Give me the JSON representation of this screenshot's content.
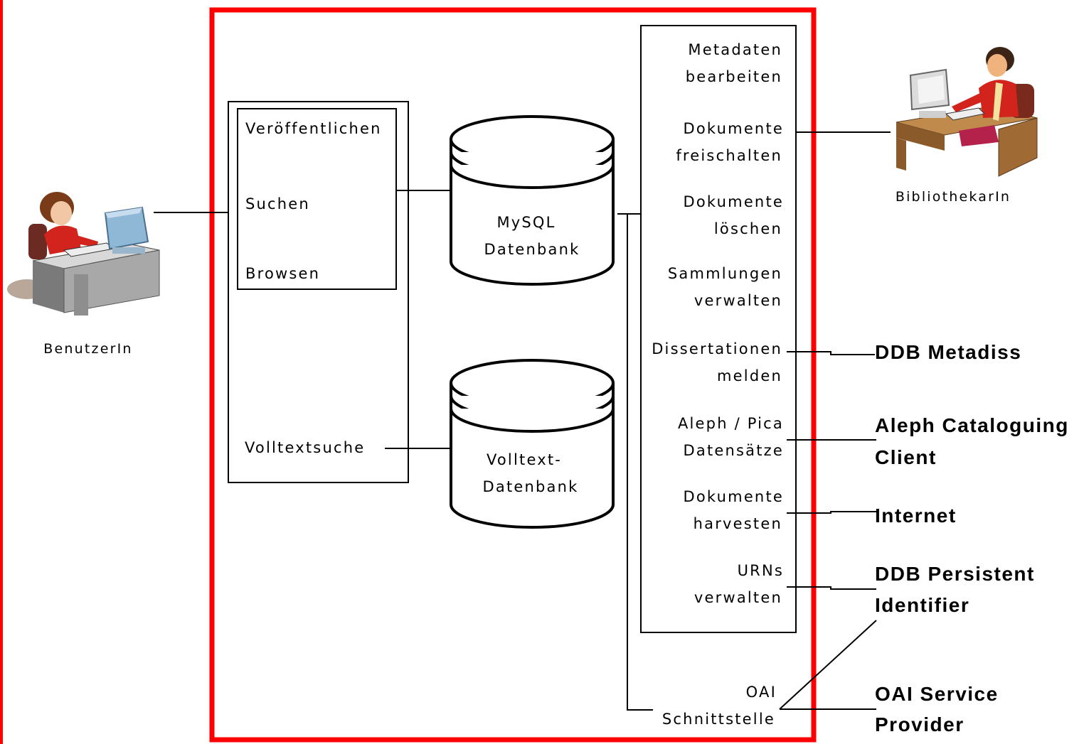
{
  "actors": {
    "user": {
      "label": "BenutzerIn",
      "icon": "user-at-computer-icon"
    },
    "librarian": {
      "label": "BibliothekarIn",
      "icon": "librarian-at-computer-icon"
    }
  },
  "left_panel": {
    "items": [
      "Veröffentlichen",
      "Suchen",
      "Browsen"
    ],
    "fulltext": "Volltextsuche"
  },
  "databases": {
    "mysql": [
      "MySQL",
      "Datenbank"
    ],
    "fulltext": [
      "Volltext-",
      "Datenbank"
    ]
  },
  "functions": [
    [
      "Metadaten",
      "bearbeiten"
    ],
    [
      "Dokumente",
      "freischalten"
    ],
    [
      "Dokumente",
      "löschen"
    ],
    [
      "Sammlungen",
      "verwalten"
    ],
    [
      "Dissertationen",
      "melden"
    ],
    [
      "Aleph / Pica",
      "Datensätze"
    ],
    [
      "Dokumente",
      "harvesten"
    ],
    [
      "URNs",
      "verwalten"
    ]
  ],
  "oai": [
    "OAI",
    "Schnittstelle"
  ],
  "external": {
    "metadiss": "DDB Metadiss",
    "aleph": [
      "Aleph Cataloguing",
      "Client"
    ],
    "internet": "Internet",
    "persistent": [
      "DDB Persistent",
      "Identifier"
    ],
    "oai_provider": [
      "OAI Service",
      "Provider"
    ]
  },
  "colors": {
    "frame": "#ff0000",
    "lines": "#000000",
    "background": "#ffffff"
  }
}
